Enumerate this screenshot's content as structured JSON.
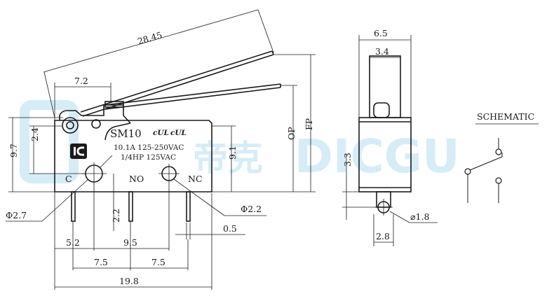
{
  "watermark": {
    "brand": "DICGU",
    "chinese": "帝克"
  },
  "label": {
    "model": "SM10",
    "rating_line1": "10.1A 125-250VAC",
    "rating_line2": "1/4HP 125VAC",
    "cert_mark": "cUL",
    "terminal_c": "C",
    "terminal_no": "NO",
    "terminal_nc": "NC"
  },
  "dimensions": {
    "lever_length": "28.45",
    "pivot_offset": "7.2",
    "height_total": "9.7",
    "height_upper": "2.4",
    "op": "OP",
    "fp": "FP",
    "body_height": "9.1",
    "hole_left": "Φ2.7",
    "hole_right": "Φ2.2",
    "terminal_offset": "2.2",
    "terminal_thickness": "0.5",
    "dim_52": "5.2",
    "dim_95": "9.5",
    "dim_75a": "7.5",
    "dim_75b": "7.5",
    "body_length": "19.8",
    "side_width": "6.5",
    "side_inner": "3.4",
    "side_height": "3.3",
    "side_hole": "⌀1.8",
    "side_bottom": "2.8"
  },
  "schematic": {
    "title": "SCHEMATIC"
  }
}
